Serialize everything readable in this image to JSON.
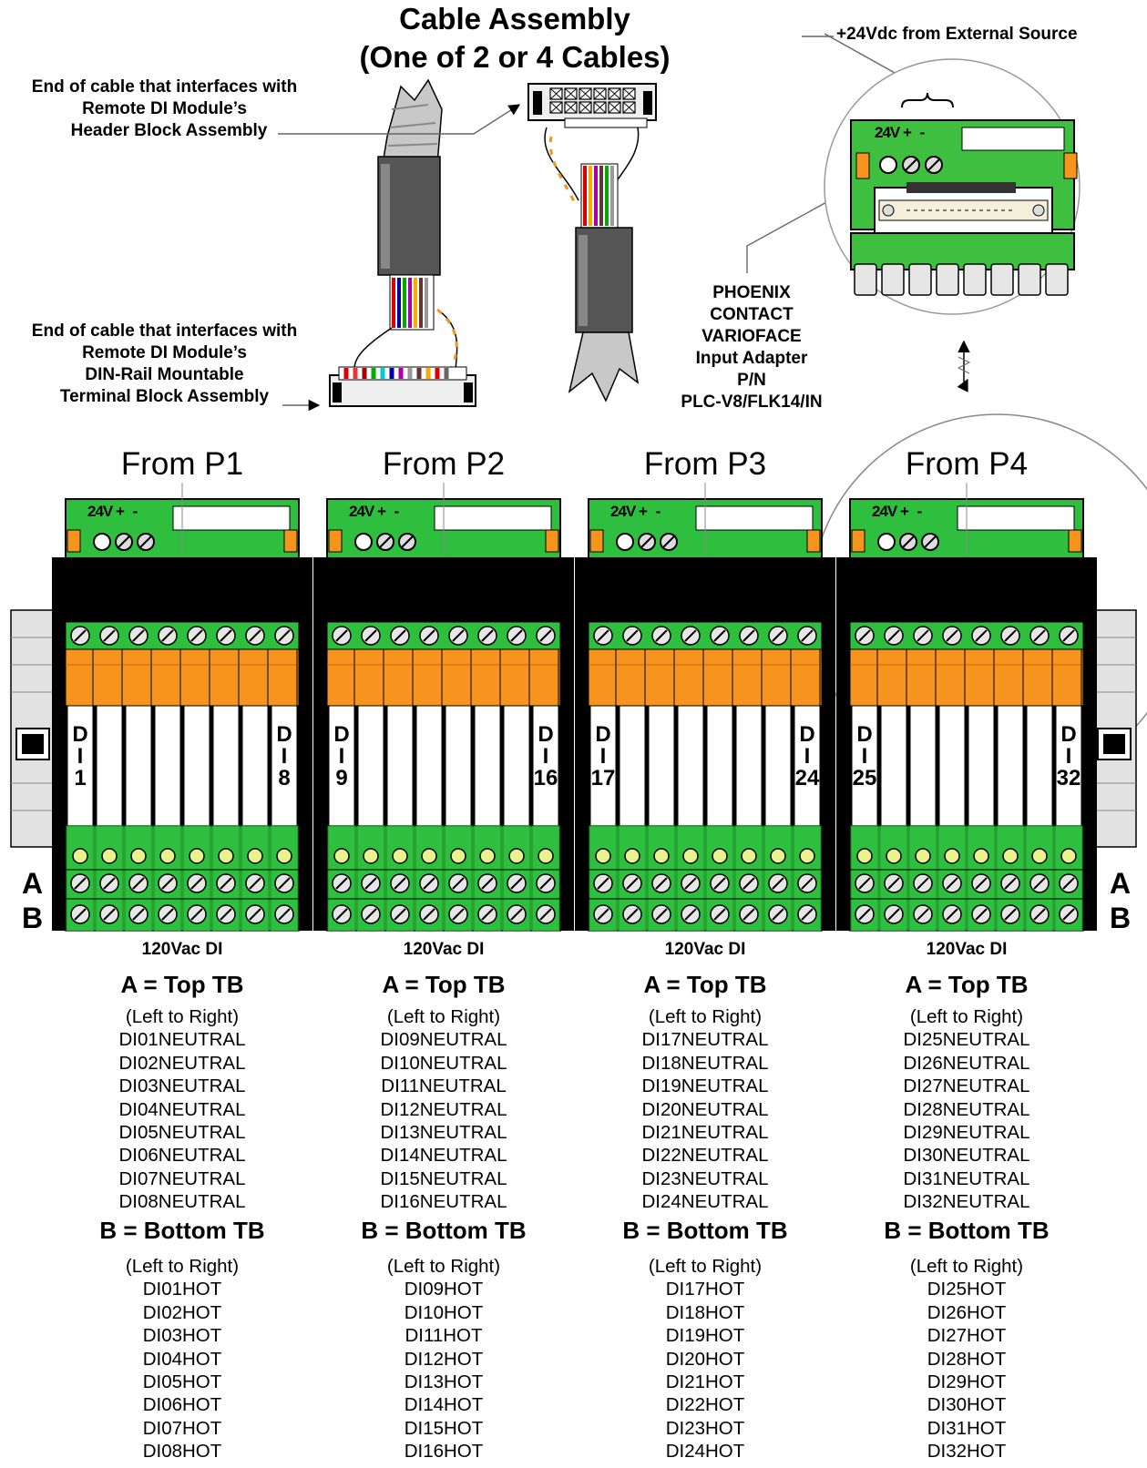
{
  "title": {
    "line1": "Cable Assembly",
    "line2": "(One of 2 or 4 Cables)"
  },
  "callouts": {
    "header_end": [
      "End of cable that interfaces with",
      "Remote DI Module’s",
      "Header Block Assembly"
    ],
    "din_end": [
      "End of cable that interfaces with",
      "Remote DI Module’s",
      "DIN-Rail Mountable",
      "Terminal Block Assembly"
    ],
    "external_source": "+24Vdc from External Source",
    "adapter": [
      "PHOENIX",
      "CONTACT",
      "VARIOFACE",
      "Input Adapter",
      "P/N",
      "PLC-V8/FLK14/IN"
    ]
  },
  "adapter_labels": {
    "v24": "24V",
    "plus": "+",
    "minus": "-"
  },
  "side_labels": {
    "a": "A",
    "b": "B"
  },
  "modules": [
    {
      "from": "From P1",
      "type": "120Vac DI",
      "di_first": "1",
      "di_last": "8",
      "a_header": "A = Top TB",
      "a_order": "(Left to Right)",
      "a_list": [
        "DI01NEUTRAL",
        "DI02NEUTRAL",
        "DI03NEUTRAL",
        "DI04NEUTRAL",
        "DI05NEUTRAL",
        "DI06NEUTRAL",
        "DI07NEUTRAL",
        "DI08NEUTRAL"
      ],
      "b_header": "B = Bottom TB",
      "b_order": "(Left to Right)",
      "b_list": [
        "DI01HOT",
        "DI02HOT",
        "DI03HOT",
        "DI04HOT",
        "DI05HOT",
        "DI06HOT",
        "DI07HOT",
        "DI08HOT"
      ]
    },
    {
      "from": "From P2",
      "type": "120Vac DI",
      "di_first": "9",
      "di_last": "16",
      "a_header": "A = Top TB",
      "a_order": "(Left to Right)",
      "a_list": [
        "DI09NEUTRAL",
        "DI10NEUTRAL",
        "DI11NEUTRAL",
        "DI12NEUTRAL",
        "DI13NEUTRAL",
        "DI14NEUTRAL",
        "DI15NEUTRAL",
        "DI16NEUTRAL"
      ],
      "b_header": "B = Bottom TB",
      "b_order": "(Left to Right)",
      "b_list": [
        "DI09HOT",
        "DI10HOT",
        "DI11HOT",
        "DI12HOT",
        "DI13HOT",
        "DI14HOT",
        "DI15HOT",
        "DI16HOT"
      ]
    },
    {
      "from": "From P3",
      "type": "120Vac DI",
      "di_first": "17",
      "di_last": "24",
      "a_header": "A = Top TB",
      "a_order": "(Left to Right)",
      "a_list": [
        "DI17NEUTRAL",
        "DI18NEUTRAL",
        "DI19NEUTRAL",
        "DI20NEUTRAL",
        "DI21NEUTRAL",
        "DI22NEUTRAL",
        "DI23NEUTRAL",
        "DI24NEUTRAL"
      ],
      "b_header": "B = Bottom TB",
      "b_order": "(Left to Right)",
      "b_list": [
        "DI17HOT",
        "DI18HOT",
        "DI19HOT",
        "DI20HOT",
        "DI21HOT",
        "DI22HOT",
        "DI23HOT",
        "DI24HOT"
      ]
    },
    {
      "from": "From P4",
      "type": "120Vac DI",
      "di_first": "25",
      "di_last": "32",
      "a_header": "A = Top TB",
      "a_order": "(Left to Right)",
      "a_list": [
        "DI25NEUTRAL",
        "DI26NEUTRAL",
        "DI27NEUTRAL",
        "DI28NEUTRAL",
        "DI29NEUTRAL",
        "DI30NEUTRAL",
        "DI31NEUTRAL",
        "DI32NEUTRAL"
      ],
      "b_header": "B = Bottom TB",
      "b_order": "(Left to Right)",
      "b_list": [
        "DI25HOT",
        "DI26HOT",
        "DI27HOT",
        "DI28HOT",
        "DI29HOT",
        "DI30HOT",
        "DI31HOT",
        "DI32HOT"
      ]
    }
  ],
  "colors": {
    "green": "#2fbf3f",
    "green_light": "#6fd86f",
    "orange": "#f7941d",
    "black": "#000000",
    "gray": "#d4d4d4",
    "yellow_led": "#e9f28c"
  }
}
